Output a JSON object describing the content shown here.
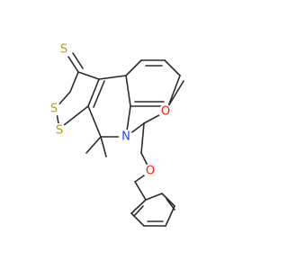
{
  "molecule": {
    "atom_labels": {
      "thione_sulfur": "S",
      "dithiole_sulfur_1": "S",
      "dithiole_sulfur_2": "S",
      "ring_nitrogen": "N",
      "carbonyl_oxygen": "O",
      "ether_oxygen": "O"
    },
    "colors": {
      "bond": "#2b2b2b",
      "sulfur": "#b8a000",
      "nitrogen": "#1f3fff",
      "oxygen": "#ff1a00"
    }
  }
}
